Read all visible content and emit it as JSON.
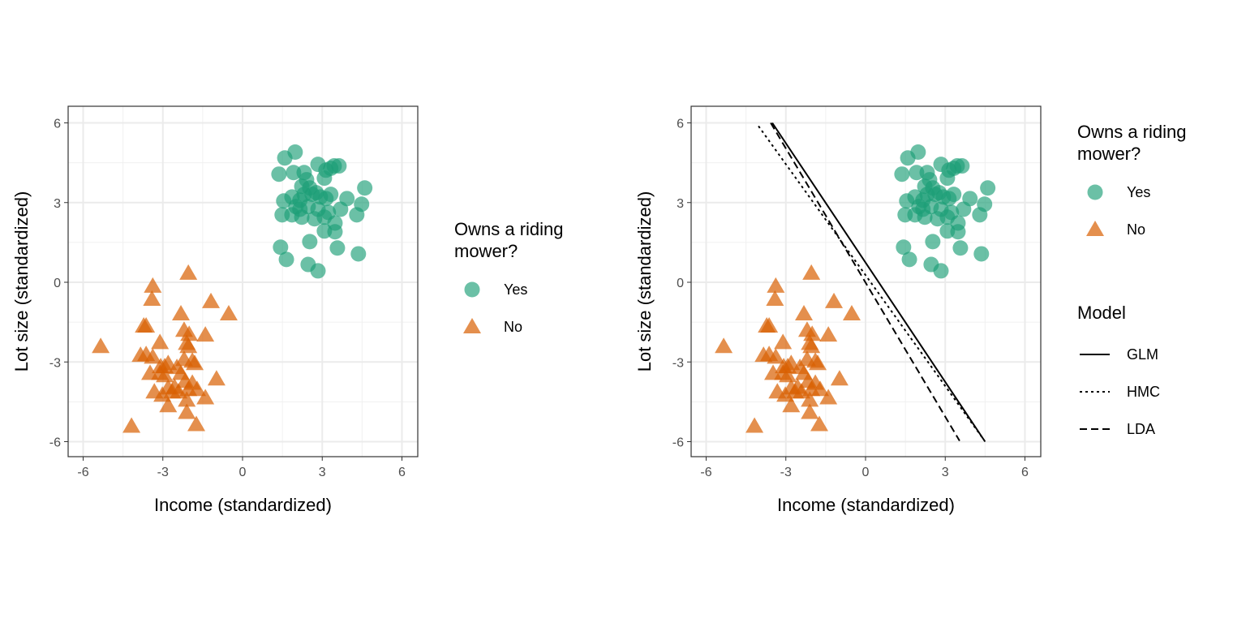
{
  "chart_data": [
    {
      "type": "scatter",
      "xlabel": "Income (standardized)",
      "ylabel": "Lot size (standardized)",
      "xlim": [
        -6.5,
        6.6
      ],
      "ylim": [
        -6.6,
        6.6
      ],
      "xticks": [
        "-6",
        "-3",
        "0",
        "3",
        "6"
      ],
      "yticks": [
        "-6",
        "-3",
        "0",
        "3",
        "6"
      ],
      "grid": true,
      "legend": {
        "title_lines": [
          "Owns a riding",
          "mower?"
        ],
        "placement": "right",
        "entries": [
          {
            "label": "Yes",
            "shape": "circle",
            "color": "#1B9E77"
          },
          {
            "label": "No",
            "shape": "triangle",
            "color": "#D95F02"
          }
        ]
      },
      "series": [
        {
          "name": "Yes",
          "points": [
            [
              1.59,
              4.68
            ],
            [
              1.98,
              4.9
            ],
            [
              1.37,
              4.07
            ],
            [
              1.92,
              4.13
            ],
            [
              2.32,
              4.13
            ],
            [
              2.84,
              4.44
            ],
            [
              3.14,
              4.22
            ],
            [
              3.32,
              4.29
            ],
            [
              3.45,
              4.38
            ],
            [
              3.63,
              4.38
            ],
            [
              3.08,
              3.92
            ],
            [
              2.41,
              3.86
            ],
            [
              2.23,
              3.61
            ],
            [
              1.86,
              3.21
            ],
            [
              2.32,
              3.31
            ],
            [
              2.53,
              3.55
            ],
            [
              2.77,
              3.37
            ],
            [
              2.93,
              3.21
            ],
            [
              3.14,
              3.15
            ],
            [
              3.32,
              3.31
            ],
            [
              2.47,
              2.85
            ],
            [
              2.84,
              2.75
            ],
            [
              3.23,
              2.63
            ],
            [
              1.55,
              3.06
            ],
            [
              1.49,
              2.54
            ],
            [
              2.16,
              2.75
            ],
            [
              2.23,
              2.45
            ],
            [
              1.86,
              2.54
            ],
            [
              3.48,
              2.23
            ],
            [
              3.69,
              2.75
            ],
            [
              3.93,
              3.15
            ],
            [
              4.3,
              2.54
            ],
            [
              4.48,
              2.94
            ],
            [
              4.6,
              3.55
            ],
            [
              2.71,
              2.39
            ],
            [
              3.08,
              2.45
            ],
            [
              3.08,
              1.93
            ],
            [
              3.48,
              1.9
            ],
            [
              2.53,
              1.53
            ],
            [
              3.57,
              1.29
            ],
            [
              1.43,
              1.32
            ],
            [
              1.65,
              0.86
            ],
            [
              2.47,
              0.67
            ],
            [
              2.84,
              0.43
            ],
            [
              4.36,
              1.07
            ],
            [
              2.16,
              3.09
            ],
            [
              2.62,
              3.31
            ],
            [
              2.01,
              2.85
            ]
          ]
        },
        {
          "name": "No",
          "points": [
            [
              -2.04,
              0.34
            ],
            [
              -3.38,
              -0.15
            ],
            [
              -3.41,
              -0.64
            ],
            [
              -1.19,
              -0.73
            ],
            [
              -0.52,
              -1.19
            ],
            [
              -2.32,
              -1.19
            ],
            [
              -3.72,
              -1.65
            ],
            [
              -3.63,
              -1.65
            ],
            [
              -2.2,
              -1.81
            ],
            [
              -2.01,
              -1.96
            ],
            [
              -1.4,
              -1.99
            ],
            [
              -5.34,
              -2.42
            ],
            [
              -3.11,
              -2.27
            ],
            [
              -2.1,
              -2.3
            ],
            [
              -2.04,
              -2.42
            ],
            [
              -3.84,
              -2.75
            ],
            [
              -3.63,
              -2.72
            ],
            [
              -3.38,
              -2.82
            ],
            [
              -3.08,
              -3.18
            ],
            [
              -2.8,
              -3.06
            ],
            [
              -2.47,
              -3.21
            ],
            [
              -2.2,
              -2.91
            ],
            [
              -1.89,
              -2.97
            ],
            [
              -1.8,
              -3.06
            ],
            [
              -0.98,
              -3.64
            ],
            [
              -3.48,
              -3.43
            ],
            [
              -3.11,
              -3.43
            ],
            [
              -2.93,
              -3.52
            ],
            [
              -2.56,
              -3.95
            ],
            [
              -2.8,
              -3.98
            ],
            [
              -3.32,
              -4.13
            ],
            [
              -3.02,
              -4.25
            ],
            [
              -2.65,
              -4.13
            ],
            [
              -2.41,
              -4.13
            ],
            [
              -2.16,
              -3.73
            ],
            [
              -1.89,
              -3.8
            ],
            [
              -2.04,
              -4.04
            ],
            [
              -1.71,
              -4.04
            ],
            [
              -1.4,
              -4.35
            ],
            [
              -2.1,
              -4.44
            ],
            [
              -2.8,
              -4.65
            ],
            [
              -2.1,
              -4.9
            ],
            [
              -1.74,
              -5.36
            ],
            [
              -4.18,
              -5.42
            ],
            [
              -2.93,
              -3.18
            ],
            [
              -2.32,
              -3.43
            ]
          ]
        }
      ]
    },
    {
      "type": "scatter",
      "xlabel": "Income (standardized)",
      "ylabel": "Lot size (standardized)",
      "xlim": [
        -6.5,
        6.6
      ],
      "ylim": [
        -6.6,
        6.6
      ],
      "xticks": [
        "-6",
        "-3",
        "0",
        "3",
        "6"
      ],
      "yticks": [
        "-6",
        "-3",
        "0",
        "3",
        "6"
      ],
      "grid": true,
      "legend": {
        "title_lines": [
          "Owns a riding",
          "mower?"
        ],
        "placement": "right",
        "entries": [
          {
            "label": "Yes",
            "shape": "circle",
            "color": "#1B9E77"
          },
          {
            "label": "No",
            "shape": "triangle",
            "color": "#D95F02"
          }
        ]
      },
      "model_legend": {
        "title": "Model",
        "entries": [
          {
            "label": "GLM",
            "linetype": "solid"
          },
          {
            "label": "HMC",
            "linetype": "dotted"
          },
          {
            "label": "LDA",
            "linetype": "dashed"
          }
        ]
      },
      "lines": [
        {
          "name": "GLM",
          "from": [
            -3.51,
            6.0
          ],
          "to": [
            4.5,
            -6.0
          ]
        },
        {
          "name": "HMC",
          "from": [
            -4.03,
            5.88
          ],
          "to": [
            4.46,
            -5.94
          ]
        },
        {
          "name": "LDA",
          "from": [
            -3.57,
            6.0
          ],
          "to": [
            3.54,
            -5.97
          ]
        }
      ],
      "same_points_as_left": true
    }
  ]
}
